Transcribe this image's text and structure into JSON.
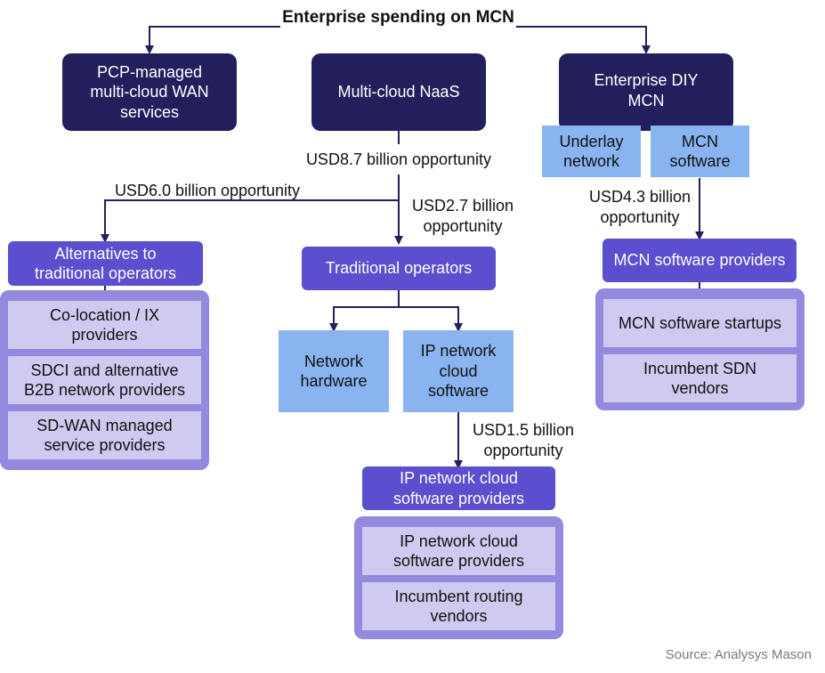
{
  "title": "Enterprise spending on MCN",
  "source": "Source: Analysys Mason",
  "colors": {
    "dark_box": "#231f5c",
    "mid_box": "#5a4fcf",
    "light_box": "#8ab4f0",
    "frame": "#9389df",
    "inner_box": "#cfcaf0",
    "connector": "#231f5c"
  },
  "top": {
    "pcp": "PCP-managed\nmulti-cloud WAN\nservices",
    "naas": "Multi-cloud NaaS",
    "diy": "Enterprise DIY\nMCN"
  },
  "diy_parts": {
    "underlay": "Underlay\nnetwork",
    "mcn_software": "MCN\nsoftware"
  },
  "opportunities": {
    "naas_total": "USD8.7 billion opportunity",
    "alternatives": "USD6.0 billion opportunity",
    "traditional": "USD2.7 billion\nopportunity",
    "mcn_software": "USD4.3 billion\nopportunity",
    "ip_cloud": "USD1.5 billion\nopportunity"
  },
  "alternatives": {
    "header": "Alternatives to\ntraditional operators",
    "items": [
      "Co-location / IX\nproviders",
      "SDCI and alternative\nB2B network providers",
      "SD-WAN managed\nservice providers"
    ]
  },
  "traditional": {
    "header": "Traditional operators",
    "network_hardware": "Network\nhardware",
    "ip_cloud_software": "IP network\ncloud\nsoftware"
  },
  "ip_cloud_providers": {
    "header": "IP network cloud\nsoftware providers",
    "items": [
      "IP network cloud\nsoftware providers",
      "Incumbent routing\nvendors"
    ]
  },
  "mcn_providers": {
    "header": "MCN software providers",
    "items": [
      "MCN software startups",
      "Incumbent SDN\nvendors"
    ]
  }
}
